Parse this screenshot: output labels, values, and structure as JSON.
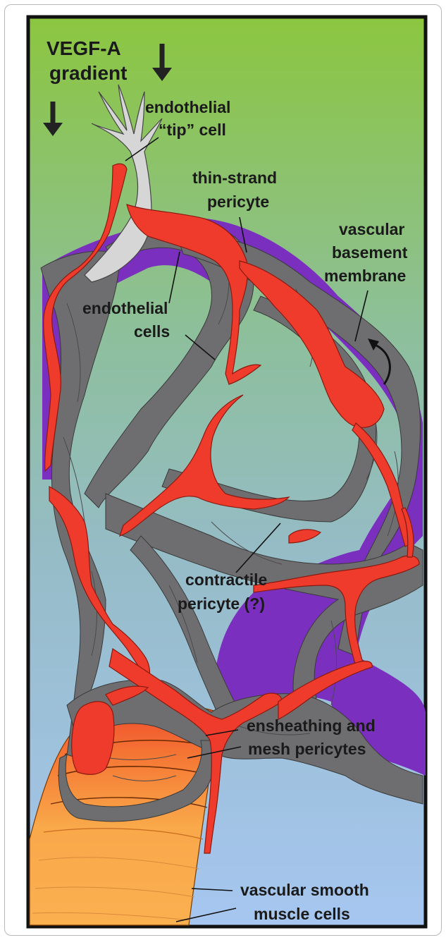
{
  "labels": {
    "gradient_line1": "VEGF-A",
    "gradient_line2": "gradient",
    "tip_line1": "endothelial",
    "tip_line2": "“tip” cell",
    "thin_line1": "thin-strand",
    "thin_line2": "pericyte",
    "bm_line1": "vascular",
    "bm_line2": "basement",
    "bm_line3": "membrane",
    "endo_line1": "endothelial",
    "endo_line2": "cells",
    "contractile_line1": "contractile",
    "contractile_line2": "pericyte (?)",
    "ensheath_line1": "ensheathing and",
    "ensheath_line2": "mesh pericytes",
    "vsmc_line1": "vascular smooth",
    "vsmc_line2": "muscle cells"
  },
  "colors": {
    "gradient_top": "#8cc63f",
    "gradient_mid": "#8ebfb0",
    "gradient_bottom": "#a8c8ee",
    "endothelium": "#6e6e70",
    "pericyte": "#ef3b2c",
    "basement_membrane": "#7b2fbe",
    "tip_cell": "#d4d4d4",
    "smooth_muscle": "#f7a84a"
  }
}
